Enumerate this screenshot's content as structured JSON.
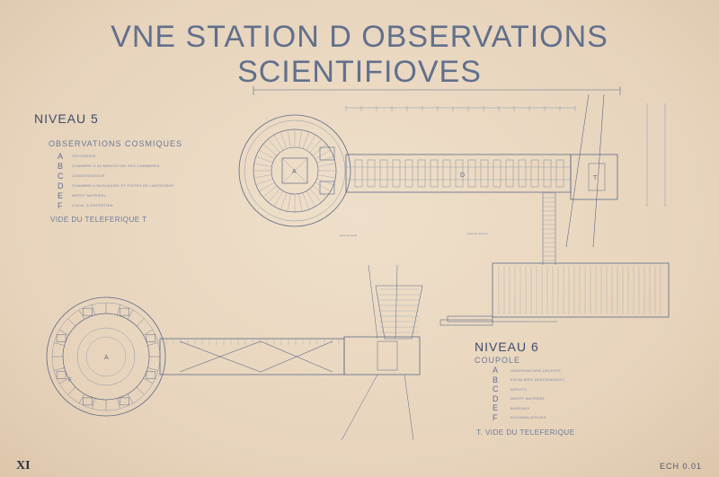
{
  "title": "VNE STATION D OBSERVATIONS SCIENTIFIOVES",
  "level5": {
    "heading": "NIVEAU 5",
    "subtitle": "OBSERVATIONS COSMIQUES",
    "legend": [
      {
        "key": "A",
        "text": "CRYOGENIE"
      },
      {
        "key": "B",
        "text": "CHAMBRE D ALIMENTATION DES CHAMBRES"
      },
      {
        "key": "C",
        "text": "CONDENSATEUR"
      },
      {
        "key": "D",
        "text": "CHAMBRE A NUCLEAIRE ET PISTES DE LANCEMENT"
      },
      {
        "key": "E",
        "text": "DEPOT MATERIEL"
      },
      {
        "key": "F",
        "text": "LOCAL D ENTRETIEN"
      }
    ],
    "note": "VIDE DU TELEFERIQUE T",
    "labels": [
      "porte de sortie",
      "porte de secours"
    ]
  },
  "level6": {
    "heading": "NIVEAU 6",
    "subtitle": "COUPOLE",
    "legend": [
      {
        "key": "A",
        "text": "OBSERVATOIRE CELESTE"
      },
      {
        "key": "B",
        "text": "ESCALIERS DESCENDANTS"
      },
      {
        "key": "C",
        "text": "DEPOTS"
      },
      {
        "key": "D",
        "text": "DEPOT MATERIEL"
      },
      {
        "key": "E",
        "text": "BUREAUX"
      },
      {
        "key": "F",
        "text": "ACCUMULATEURS"
      }
    ],
    "note": "T. VIDE DU TELEFERIQUE"
  },
  "plan_labels": {
    "a": "A",
    "d": "D",
    "t": "T",
    "f": "F"
  },
  "plate_number": "XI",
  "scale": "ECH 0.01"
}
